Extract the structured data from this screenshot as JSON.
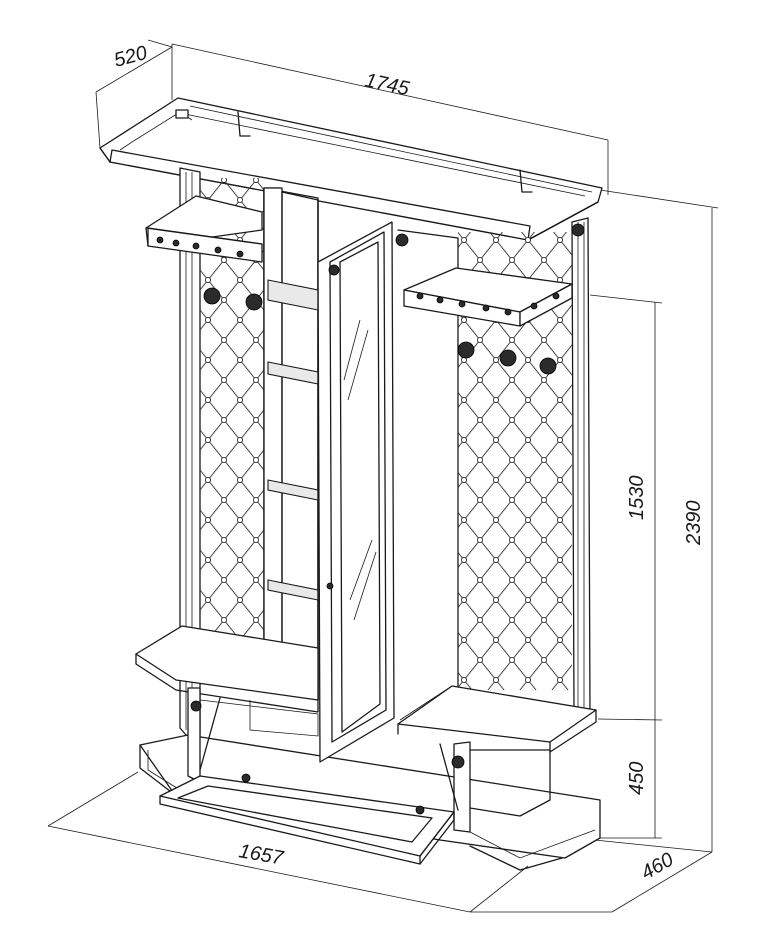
{
  "drawing": {
    "title": "",
    "dimensions": {
      "depth_top": "520",
      "width_top": "1745",
      "width_bottom": "1657",
      "height_total": "2390",
      "height_hooks": "1530",
      "height_seat": "450",
      "depth_bottom": "460"
    },
    "colors": {
      "line": "#1a1a1a",
      "background": "#ffffff",
      "panel_shade": "#e9e9e9"
    }
  }
}
